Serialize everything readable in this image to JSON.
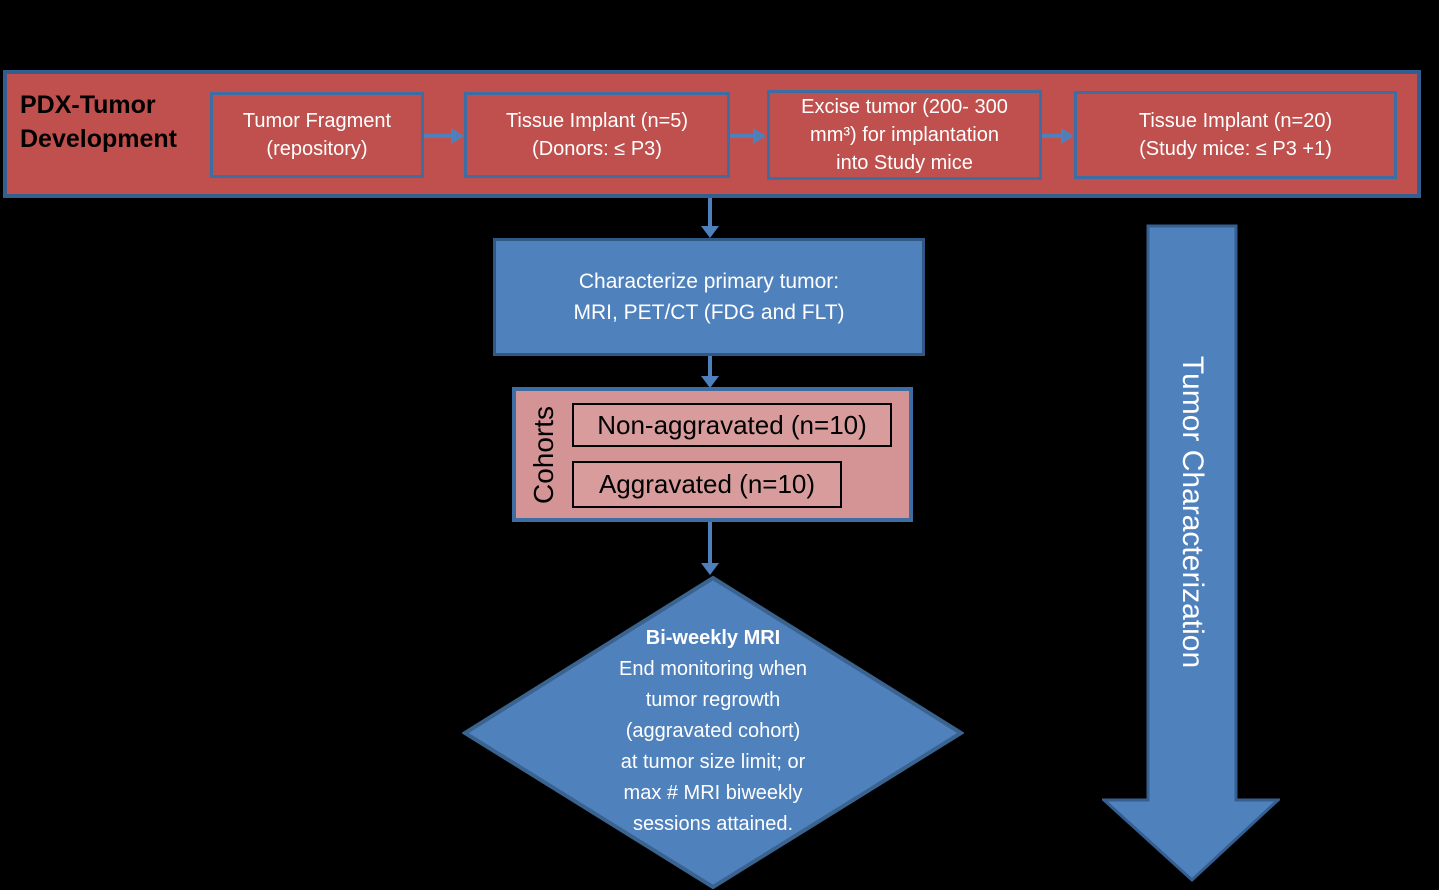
{
  "colors": {
    "background": "#000000",
    "banner_fill": "#C0504D",
    "banner_border": "#355E90",
    "box_border_blue": "#3E6DA3",
    "blue_fill": "#4F81BD",
    "blue_border": "#2F5984",
    "pink_fill": "#D49394",
    "pink_inner_fill": "#D99C9C",
    "connector_blue": "#4E80BC",
    "text_white": "#FFFFFF",
    "text_black": "#000000"
  },
  "banner": {
    "title": [
      "PDX-Tumor",
      "Development"
    ],
    "boxes": [
      {
        "lines": [
          "Tumor Fragment",
          "(repository)"
        ]
      },
      {
        "lines": [
          "Tissue Implant (n=5)",
          "(Donors: ≤ P3)"
        ]
      },
      {
        "lines": [
          "Excise tumor (200- 300",
          "mm³) for implantation",
          "into Study mice"
        ]
      },
      {
        "lines": [
          "Tissue Implant (n=20)",
          "(Study mice: ≤ P3 +1)"
        ]
      }
    ]
  },
  "characterize": {
    "lines": [
      "Characterize primary tumor:",
      "MRI, PET/CT (FDG and FLT)"
    ]
  },
  "cohorts": {
    "label": "Cohorts",
    "items": [
      "Non-aggravated (n=10)",
      "Aggravated (n=10)"
    ]
  },
  "diamond": {
    "title": "Bi-weekly MRI",
    "lines": [
      "End monitoring when",
      "tumor regrowth",
      "(aggravated cohort)",
      "at tumor size limit; or",
      "max # MRI biweekly",
      "sessions attained."
    ]
  },
  "side_arrow": {
    "label": "Tumor Characterization"
  }
}
